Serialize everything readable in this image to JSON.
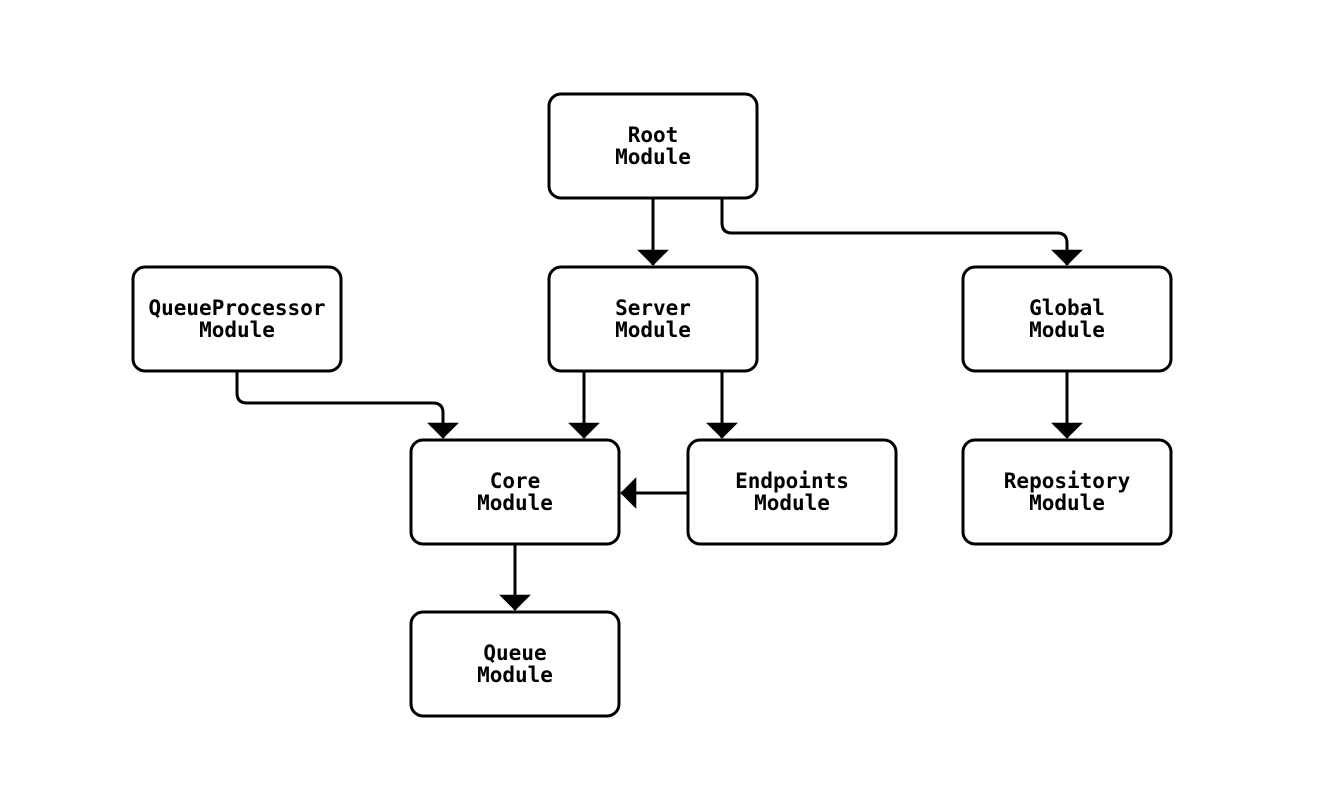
{
  "diagram": {
    "type": "flowchart",
    "colors": {
      "background": "#ffffff",
      "stroke": "#000000",
      "node_fill": "#ffffff",
      "text": "#000000"
    },
    "nodes": {
      "root": {
        "line1": "Root",
        "line2": "Module"
      },
      "queue_processor": {
        "line1": "QueueProcessor",
        "line2": "Module"
      },
      "server": {
        "line1": "Server",
        "line2": "Module"
      },
      "global": {
        "line1": "Global",
        "line2": "Module"
      },
      "core": {
        "line1": "Core",
        "line2": "Module"
      },
      "endpoints": {
        "line1": "Endpoints",
        "line2": "Module"
      },
      "repository": {
        "line1": "Repository",
        "line2": "Module"
      },
      "queue": {
        "line1": "Queue",
        "line2": "Module"
      }
    },
    "edges": [
      {
        "from": "Root Module",
        "to": "Server Module"
      },
      {
        "from": "Root Module",
        "to": "Global Module"
      },
      {
        "from": "QueueProcessor Module",
        "to": "Core Module"
      },
      {
        "from": "Server Module",
        "to": "Core Module"
      },
      {
        "from": "Server Module",
        "to": "Endpoints Module"
      },
      {
        "from": "Endpoints Module",
        "to": "Core Module"
      },
      {
        "from": "Global Module",
        "to": "Repository Module"
      },
      {
        "from": "Core Module",
        "to": "Queue Module"
      }
    ]
  }
}
